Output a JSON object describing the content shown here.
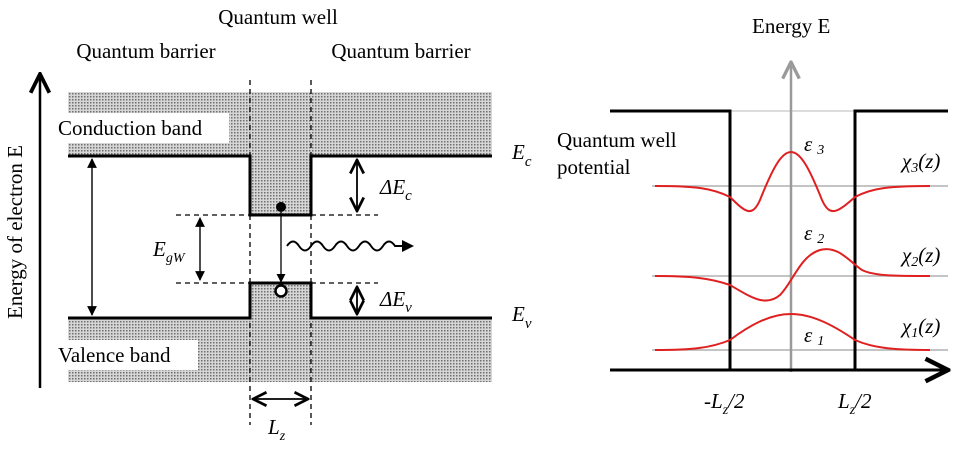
{
  "left_diagram": {
    "quantum_well": "Quantum well",
    "barrier_left": "Quantum barrier",
    "barrier_right": "Quantum barrier",
    "conduction_band": "Conduction band",
    "valence_band": "Valence band",
    "y_axis": "Energy of electron E",
    "ec": {
      "main": "E",
      "sub": "c"
    },
    "ev": {
      "main": "E",
      "sub": "v"
    },
    "delta_ec": {
      "main": "ΔE",
      "sub": "c"
    },
    "delta_ev": {
      "main": "ΔE",
      "sub": "v"
    },
    "egw": {
      "main": "E",
      "sub": "gW"
    },
    "lz": {
      "main": "L",
      "sub": "z"
    }
  },
  "right_diagram": {
    "y_axis": "Energy E",
    "potential_line1": "Quantum well",
    "potential_line2": "potential",
    "eps3": {
      "main": "ε",
      "sub": "3"
    },
    "eps2": {
      "main": "ε",
      "sub": "2"
    },
    "eps1": {
      "main": "ε",
      "sub": "1"
    },
    "chi3": {
      "main": "χ",
      "sub": "3",
      "arg": "(z)"
    },
    "chi2": {
      "main": "χ",
      "sub": "2",
      "arg": "(z)"
    },
    "chi1": {
      "main": "χ",
      "sub": "1",
      "arg": "(z)"
    },
    "neg_lz": {
      "pre": "-L",
      "sub": "z",
      "post": "/2"
    },
    "pos_lz": {
      "pre": "L",
      "sub": "z",
      "post": "/2"
    }
  },
  "colors": {
    "wavefunction": "#e02020",
    "energy_level": "#b0b0b0",
    "axis_gray": "#9a9a9a",
    "band_fill": "#b8b8b8",
    "line": "#000000"
  }
}
